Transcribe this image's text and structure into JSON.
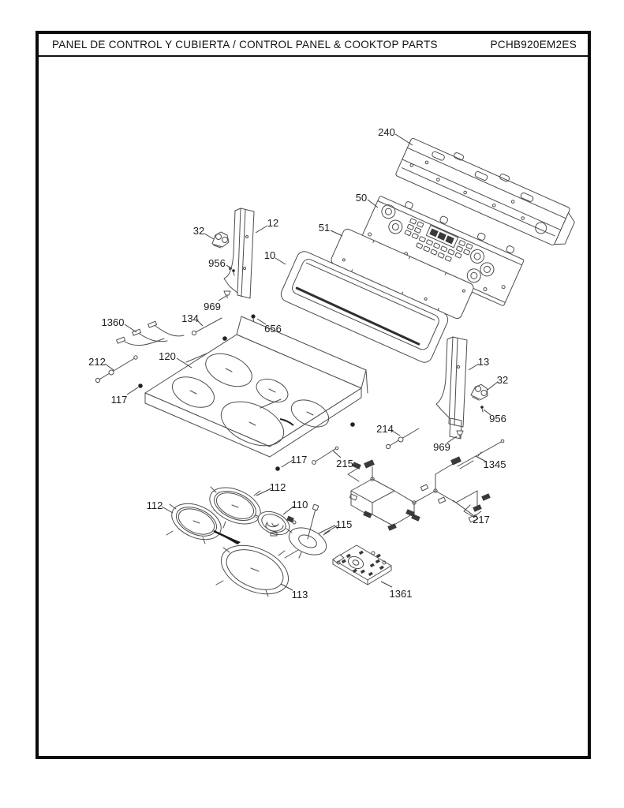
{
  "header": {
    "title": "PANEL DE CONTROL Y CUBIERTA / CONTROL PANEL & COOKTOP PARTS",
    "model": "PCHB920EM2ES"
  },
  "colors": {
    "frame_border": "#0a0a0a",
    "line_art": "#4d4d4d",
    "callout_text": "#1c1c1c",
    "background": "#ffffff"
  },
  "diagram": {
    "callouts": [
      {
        "label": "240"
      },
      {
        "label": "50"
      },
      {
        "label": "51"
      },
      {
        "label": "10"
      },
      {
        "label": "12"
      },
      {
        "label": "32"
      },
      {
        "label": "956"
      },
      {
        "label": "969"
      },
      {
        "label": "134"
      },
      {
        "label": "656"
      },
      {
        "label": "1360"
      },
      {
        "label": "212"
      },
      {
        "label": "120"
      },
      {
        "label": "117"
      },
      {
        "label": "13"
      },
      {
        "label": "32"
      },
      {
        "label": "956"
      },
      {
        "label": "969"
      },
      {
        "label": "214"
      },
      {
        "label": "1345"
      },
      {
        "label": "117"
      },
      {
        "label": "215"
      },
      {
        "label": "112"
      },
      {
        "label": "112"
      },
      {
        "label": "110"
      },
      {
        "label": "115"
      },
      {
        "label": "217"
      },
      {
        "label": "113"
      },
      {
        "label": "1361"
      }
    ]
  }
}
